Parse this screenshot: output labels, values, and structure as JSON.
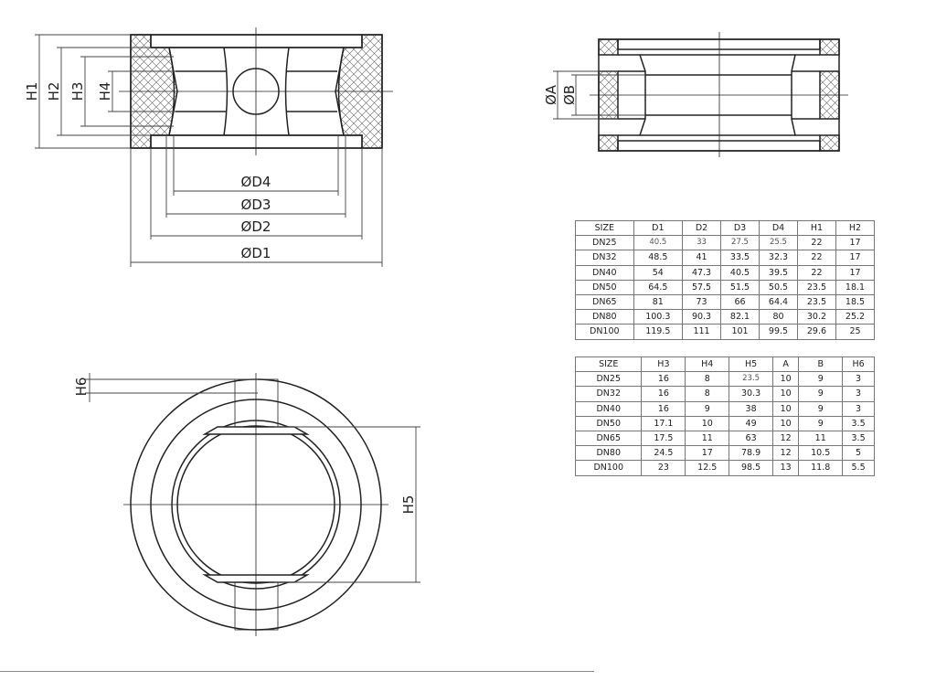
{
  "labels": {
    "h1": "H1",
    "h2": "H2",
    "h3": "H3",
    "h4": "H4",
    "d1": "ØD1",
    "d2": "ØD2",
    "d3": "ØD3",
    "d4": "ØD4",
    "a": "ØA",
    "b": "ØB",
    "h5": "H5",
    "h6": "H6"
  },
  "table1": {
    "headers": [
      "SIZE",
      "D1",
      "D2",
      "D3",
      "D4",
      "H1",
      "H2"
    ],
    "rows": [
      [
        "DN25",
        "40.5",
        "33",
        "27.5",
        "25.5",
        "22",
        "17"
      ],
      [
        "DN32",
        "48.5",
        "41",
        "33.5",
        "32.3",
        "22",
        "17"
      ],
      [
        "DN40",
        "54",
        "47.3",
        "40.5",
        "39.5",
        "22",
        "17"
      ],
      [
        "DN50",
        "64.5",
        "57.5",
        "51.5",
        "50.5",
        "23.5",
        "18.1"
      ],
      [
        "DN65",
        "81",
        "73",
        "66",
        "64.4",
        "23.5",
        "18.5"
      ],
      [
        "DN80",
        "100.3",
        "90.3",
        "82.1",
        "80",
        "30.2",
        "25.2"
      ],
      [
        "DN100",
        "119.5",
        "111",
        "101",
        "99.5",
        "29.6",
        "25"
      ]
    ]
  },
  "table2": {
    "headers": [
      "SIZE",
      "H3",
      "H4",
      "H5",
      "A",
      "B",
      "H6"
    ],
    "rows": [
      [
        "DN25",
        "16",
        "8",
        "23.5",
        "10",
        "9",
        "3"
      ],
      [
        "DN32",
        "16",
        "8",
        "30.3",
        "10",
        "9",
        "3"
      ],
      [
        "DN40",
        "16",
        "9",
        "38",
        "10",
        "9",
        "3"
      ],
      [
        "DN50",
        "17.1",
        "10",
        "49",
        "10",
        "9",
        "3.5"
      ],
      [
        "DN65",
        "17.5",
        "11",
        "63",
        "12",
        "11",
        "3.5"
      ],
      [
        "DN80",
        "24.5",
        "17",
        "78.9",
        "12",
        "10.5",
        "5"
      ],
      [
        "DN100",
        "23",
        "12.5",
        "98.5",
        "13",
        "11.8",
        "5.5"
      ]
    ]
  }
}
